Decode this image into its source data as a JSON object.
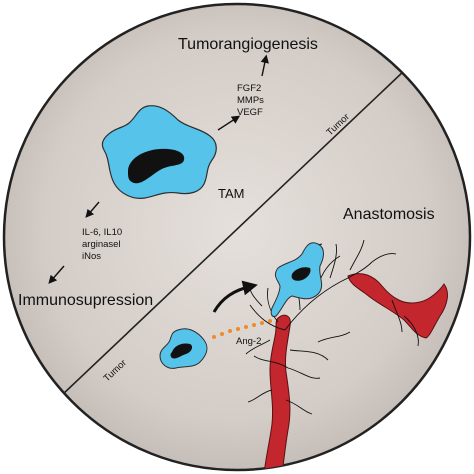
{
  "labels": {
    "tumorangiogenesis": "Tumorangiogenesis",
    "factors": [
      "FGF2",
      "MMPs",
      "VEGF"
    ],
    "tam": "TAM",
    "cytokines": [
      "IL-6, IL10",
      "arginasel",
      "iNos"
    ],
    "immunosupression": "Immunosupression",
    "tumor_upper": "Tumor",
    "tumor_lower": "Tumor",
    "anastomosis": "Anastomosis",
    "ang2": "Ang-2"
  },
  "colors": {
    "circle_fill": "#d8d1cc",
    "circle_stroke": "#222222",
    "macrophage": "#55c3ea",
    "nucleus": "#111111",
    "vessel": "#c4262d",
    "ang2_dots": "#f08a2c",
    "branches": "#111111"
  }
}
